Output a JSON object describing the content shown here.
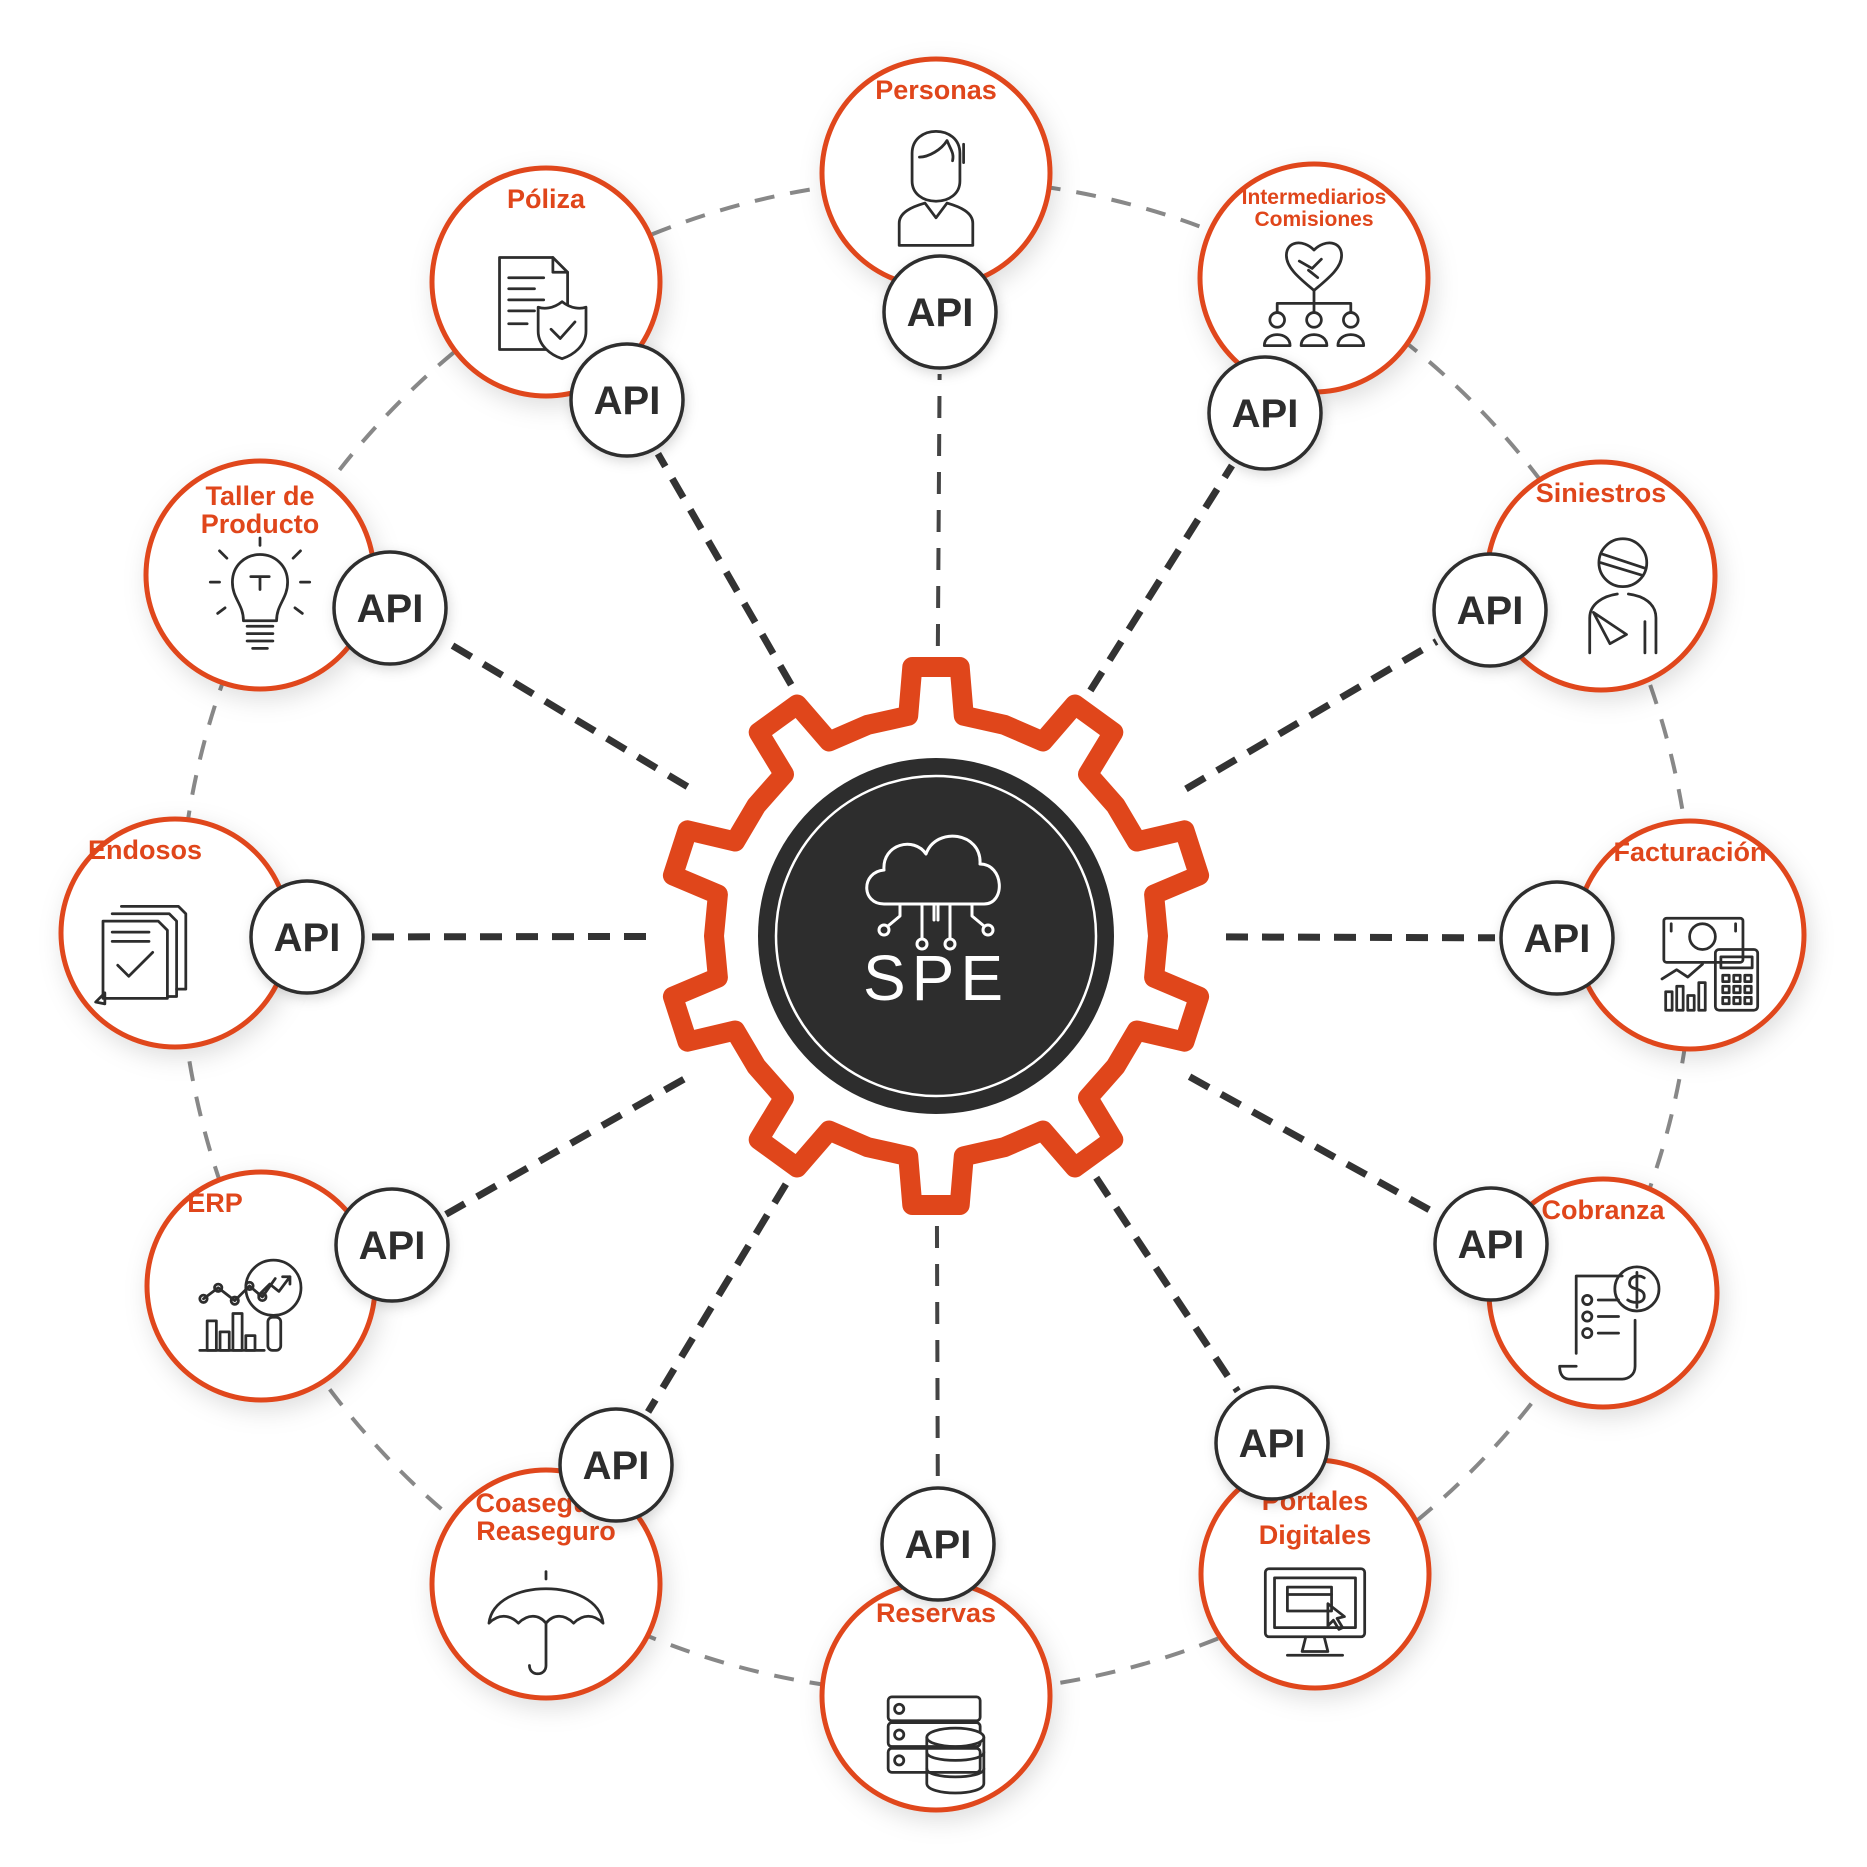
{
  "hub": {
    "label": "SPE"
  },
  "api_label": "API",
  "colors": {
    "accent": "#e0461b",
    "dark": "#2d2d2d",
    "ring": "#888888",
    "white": "#ffffff"
  },
  "modules": [
    {
      "id": "personas",
      "title": [
        "Personas"
      ],
      "icon": "person-icon"
    },
    {
      "id": "intermediarios",
      "title": [
        "Intermediarios",
        "Comisiones"
      ],
      "icon": "handshake-network-icon"
    },
    {
      "id": "siniestros",
      "title": [
        "Siniestros"
      ],
      "icon": "injured-person-icon"
    },
    {
      "id": "facturacion",
      "title": [
        "Facturación"
      ],
      "icon": "invoice-calculator-icon"
    },
    {
      "id": "cobranza",
      "title": [
        "Cobranza"
      ],
      "icon": "receipt-dollar-icon"
    },
    {
      "id": "portales",
      "title": [
        "Portales",
        "Digitales"
      ],
      "icon": "monitor-click-icon"
    },
    {
      "id": "reservas",
      "title": [
        "Reservas"
      ],
      "icon": "database-server-icon"
    },
    {
      "id": "coaseguro",
      "title": [
        "Coaseguro",
        "Reaseguro"
      ],
      "icon": "umbrella-icon"
    },
    {
      "id": "erp",
      "title": [
        "ERP"
      ],
      "icon": "analytics-chart-icon"
    },
    {
      "id": "endosos",
      "title": [
        "Endosos"
      ],
      "icon": "documents-check-icon"
    },
    {
      "id": "taller",
      "title": [
        "Taller de",
        "Producto"
      ],
      "icon": "lightbulb-icon"
    },
    {
      "id": "poliza",
      "title": [
        "Póliza"
      ],
      "icon": "policy-shield-icon"
    }
  ]
}
